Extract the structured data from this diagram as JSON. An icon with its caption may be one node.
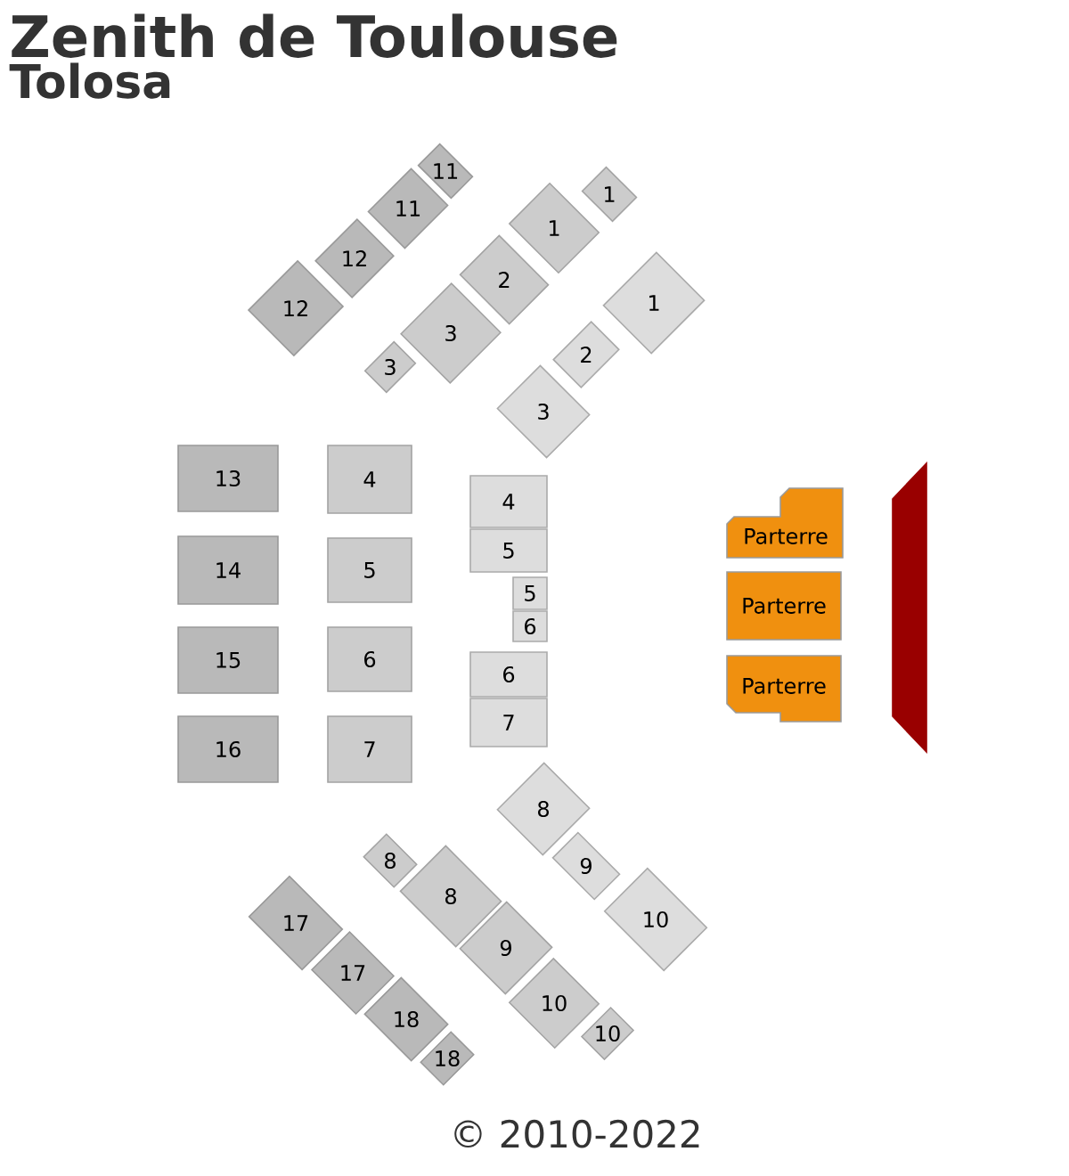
{
  "diagram": {
    "title": "Zenith de Toulouse",
    "nodes": [
      {
        "text": [
          "11"
        ]
      },
      {
        "text": [
          "11"
        ]
      },
      {
        "text": [
          "12"
        ]
      },
      {
        "text": [
          "12"
        ]
      },
      {
        "text": [
          "1"
        ]
      },
      {
        "text": [
          "1"
        ]
      },
      {
        "text": [
          "2"
        ]
      },
      {
        "text": [
          "3"
        ]
      },
      {
        "text": [
          "3"
        ]
      },
      {
        "text": [
          "1"
        ]
      },
      {
        "text": [
          "2"
        ]
      },
      {
        "text": [
          "3"
        ]
      },
      {
        "text": [
          "13"
        ]
      },
      {
        "text": [
          "14"
        ]
      },
      {
        "text": [
          "15"
        ]
      },
      {
        "text": [
          "16"
        ]
      },
      {
        "text": [
          "4"
        ]
      },
      {
        "text": [
          "5"
        ]
      },
      {
        "text": [
          "6"
        ]
      },
      {
        "text": [
          "7"
        ]
      },
      {
        "text": [
          "4"
        ]
      },
      {
        "text": [
          "5"
        ]
      },
      {
        "text": [
          "5"
        ]
      },
      {
        "text": [
          "6"
        ]
      },
      {
        "text": [
          "6"
        ]
      },
      {
        "text": [
          "7"
        ]
      },
      {
        "text": [
          "Parterre"
        ]
      },
      {
        "text": [
          "Parterre"
        ]
      },
      {
        "text": [
          "Parterre"
        ]
      },
      {
        "text": [
          "8"
        ]
      },
      {
        "text": [
          "9"
        ]
      },
      {
        "text": [
          "10"
        ]
      },
      {
        "text": [
          "8"
        ]
      },
      {
        "text": [
          "8"
        ]
      },
      {
        "text": [
          "9"
        ]
      },
      {
        "text": [
          "10"
        ]
      },
      {
        "text": [
          "10"
        ]
      },
      {
        "text": [
          "17"
        ]
      },
      {
        "text": [
          "17"
        ]
      },
      {
        "text": [
          "18"
        ]
      },
      {
        "text": [
          "18"
        ]
      },
      {
        "text": [],
        "shape": "bar"
      }
    ],
    "labels": [
      "Tolosa",
      "© 2010-2022"
    ]
  }
}
